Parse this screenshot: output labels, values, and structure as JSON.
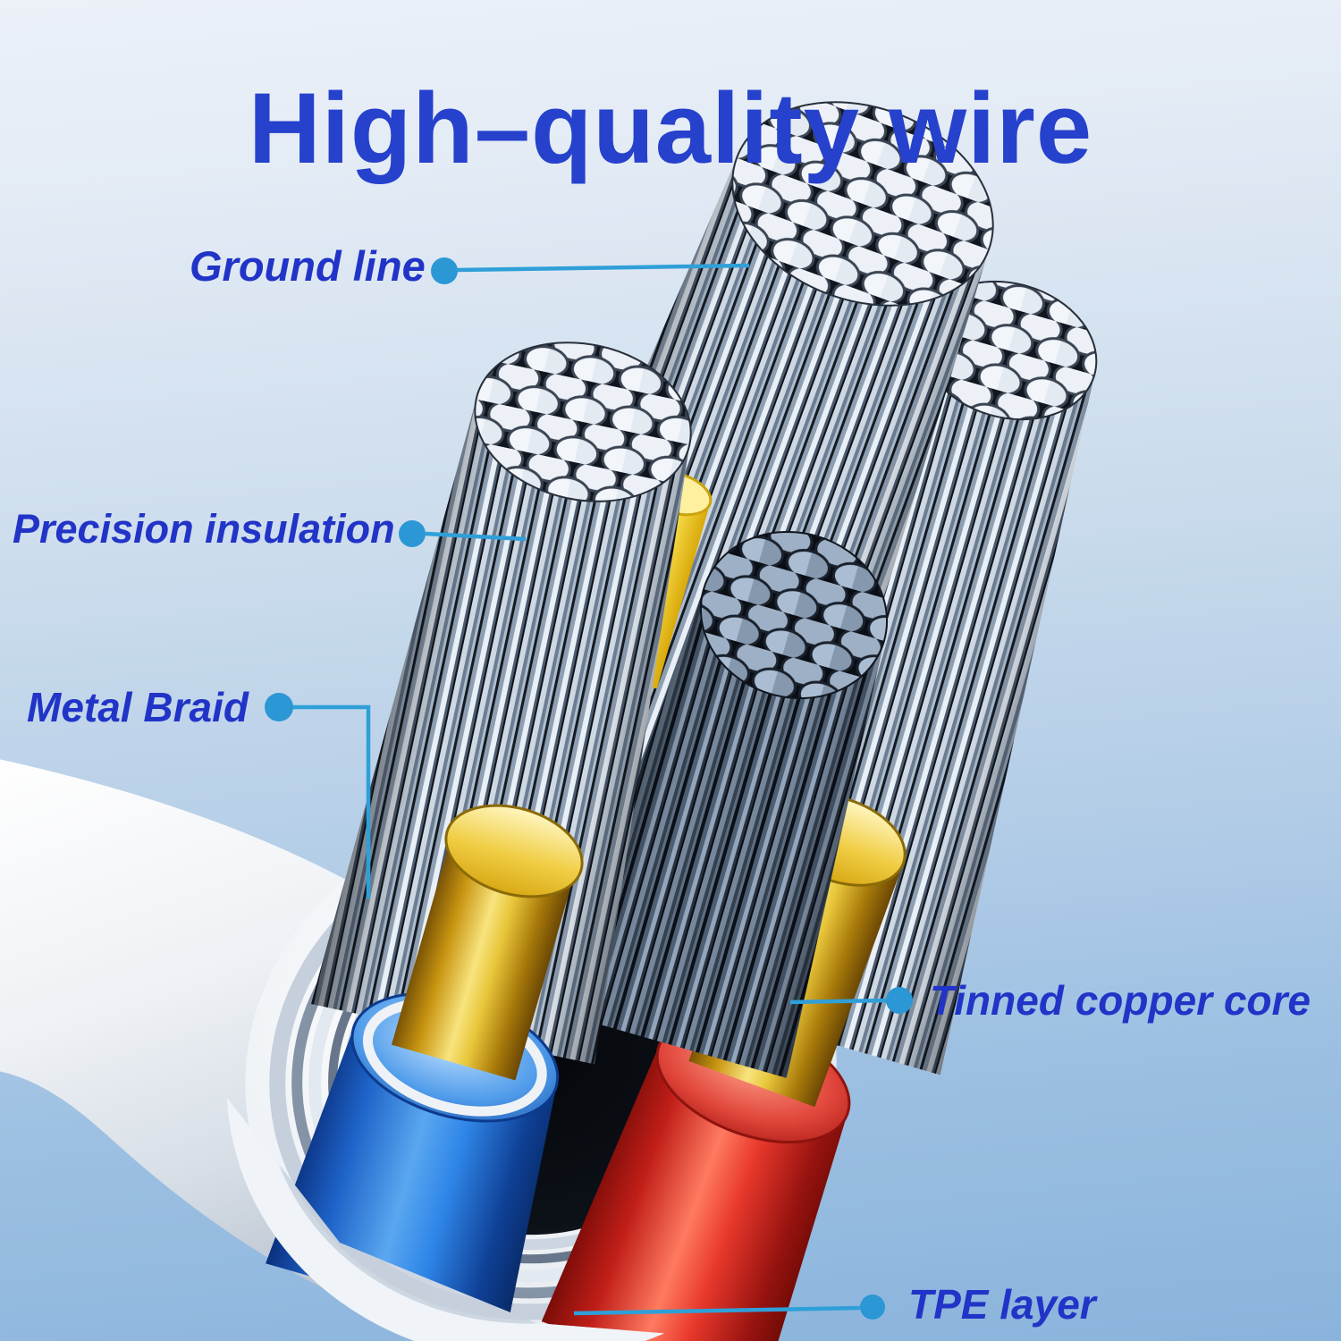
{
  "title": "High–quality wire",
  "labels": [
    {
      "id": "ground-line",
      "text": "Ground line"
    },
    {
      "id": "precision-insulation",
      "text": "Precision insulation"
    },
    {
      "id": "metal-braid",
      "text": "Metal Braid"
    },
    {
      "id": "tinned-copper-core",
      "text": "Tinned copper core"
    },
    {
      "id": "tpe-layer",
      "text": "TPE layer"
    }
  ],
  "colors": {
    "title_blue": "#2641cc",
    "label_blue": "#2134c7",
    "leader_blue": "#2f9fd8",
    "background_top": "#ecf1f8",
    "background_bottom": "#8ab4dc",
    "jacket_white": "#f2f5f8",
    "braid_silver": "#c5d0dc",
    "strand_silver": "#e9eff6",
    "copper_gold": "#e8c126",
    "insulation_blue": "#2f86e8",
    "insulation_red": "#e03028",
    "insulation_yellow": "#ffe14a"
  }
}
